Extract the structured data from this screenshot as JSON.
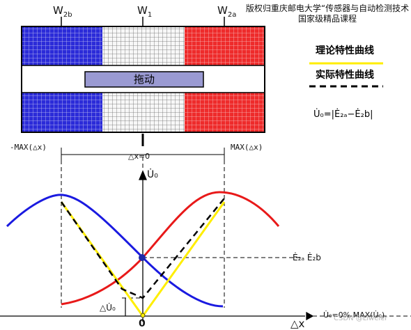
{
  "copyright": {
    "line1": "版权归重庆邮电大学“传感器与自动检测技术",
    "line2": "国家级精品课程"
  },
  "windings": {
    "w2b_main": "W",
    "w2b_sub": "2b",
    "w1_main": "W",
    "w1_sub": "1",
    "w2a_main": "W",
    "w2a_sub": "2a"
  },
  "core_label": "拖动",
  "legend": {
    "theory": "理论特性曲线",
    "actual": "实际特性曲线",
    "theory_color": "#ffe600",
    "actual_color": "#000000"
  },
  "formula": "U̇₀=|Ė₂ₐ−Ė₂b|",
  "axis_labels": {
    "neg_max": "-MAX(△x)",
    "pos_max": "MAX(△x)",
    "delta_zero": "△x=0",
    "y_axis": "U̇₀",
    "x_axis": "△x",
    "origin": "0",
    "residual": "△U̇₀",
    "crossing": "Ė₂ₐ  Ė₂b",
    "bottom_right": "U̇₀=0%    MAX(U̇₀)"
  },
  "colors": {
    "blue_coil": "#2b2bd8",
    "white_coil": "#f4f4f4",
    "red_coil": "#ee2b2b",
    "core_fill": "#9a9ad2",
    "curve_blue": "#1a1ae0",
    "curve_red": "#e81919",
    "curve_yellow": "#ffee00",
    "dot": "#1e2aa8"
  },
  "watermark": "CSDN @Liweier"
}
